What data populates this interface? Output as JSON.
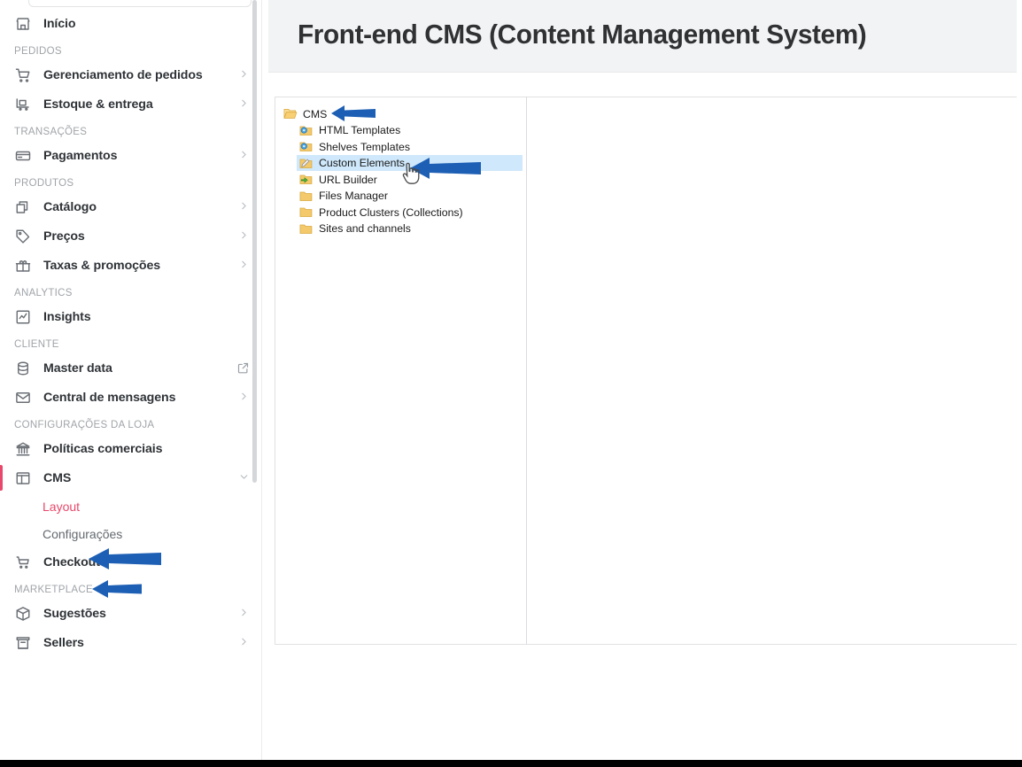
{
  "sidebar": {
    "search_placeholder": "",
    "items": [
      {
        "type": "item",
        "label": "Início",
        "icon": "store-icon",
        "chevron": false,
        "external": false
      },
      {
        "type": "group",
        "label": "PEDIDOS"
      },
      {
        "type": "item",
        "label": "Gerenciamento de pedidos",
        "icon": "cart-icon",
        "chevron": true,
        "external": false
      },
      {
        "type": "item",
        "label": "Estoque & entrega",
        "icon": "truck-icon",
        "chevron": true,
        "external": false
      },
      {
        "type": "group",
        "label": "TRANSAÇÕES"
      },
      {
        "type": "item",
        "label": "Pagamentos",
        "icon": "card-icon",
        "chevron": true,
        "external": false
      },
      {
        "type": "group",
        "label": "PRODUTOS"
      },
      {
        "type": "item",
        "label": "Catálogo",
        "icon": "layers-icon",
        "chevron": true,
        "external": false
      },
      {
        "type": "item",
        "label": "Preços",
        "icon": "tag-icon",
        "chevron": true,
        "external": false
      },
      {
        "type": "item",
        "label": "Taxas & promoções",
        "icon": "gift-icon",
        "chevron": true,
        "external": false
      },
      {
        "type": "group",
        "label": "ANALYTICS"
      },
      {
        "type": "item",
        "label": "Insights",
        "icon": "chart-icon",
        "chevron": false,
        "external": false
      },
      {
        "type": "group",
        "label": "CLIENTE"
      },
      {
        "type": "item",
        "label": "Master data",
        "icon": "database-icon",
        "chevron": false,
        "external": true
      },
      {
        "type": "item",
        "label": "Central de mensagens",
        "icon": "envelope-icon",
        "chevron": true,
        "external": false
      },
      {
        "type": "group",
        "label": "CONFIGURAÇÕES DA LOJA"
      },
      {
        "type": "item",
        "label": "Políticas comerciais",
        "icon": "bank-icon",
        "chevron": false,
        "external": false
      },
      {
        "type": "item",
        "label": "CMS",
        "icon": "cms-layout-icon",
        "chevron": true,
        "external": false,
        "active": true,
        "expanded": true
      },
      {
        "type": "sub",
        "label": "Layout",
        "selected": true
      },
      {
        "type": "sub",
        "label": "Configurações",
        "selected": false
      },
      {
        "type": "item",
        "label": "Checkout",
        "icon": "checkout-icon",
        "chevron": false,
        "external": false
      },
      {
        "type": "group",
        "label": "MARKETPLACE"
      },
      {
        "type": "item",
        "label": "Sugestões",
        "icon": "box-icon",
        "chevron": true,
        "external": false
      },
      {
        "type": "item",
        "label": "Sellers",
        "icon": "shop-icon",
        "chevron": true,
        "external": false
      }
    ]
  },
  "header": {
    "title": "Front-end CMS (Content Management System)"
  },
  "tree": {
    "items": [
      {
        "label": "CMS",
        "icon": "folder-open-icon",
        "level": 0,
        "selected": false
      },
      {
        "label": "HTML Templates",
        "icon": "folder-gear-icon",
        "level": 1,
        "selected": false
      },
      {
        "label": "Shelves Templates",
        "icon": "folder-gear-icon",
        "level": 1,
        "selected": false
      },
      {
        "label": "Custom Elements",
        "icon": "folder-edit-icon",
        "level": 1,
        "selected": true
      },
      {
        "label": "URL Builder",
        "icon": "folder-arrow-icon",
        "level": 1,
        "selected": false
      },
      {
        "label": "Files Manager",
        "icon": "folder-icon",
        "level": 1,
        "selected": false
      },
      {
        "label": "Product Clusters (Collections)",
        "icon": "folder-icon",
        "level": 1,
        "selected": false
      },
      {
        "label": "Sites and channels",
        "icon": "folder-icon",
        "level": 1,
        "selected": false
      }
    ]
  },
  "annotations": {
    "arrows": [
      {
        "name": "arrow-pointing-to-cms-tree-root",
        "target": "CMS"
      },
      {
        "name": "arrow-pointing-to-custom-elements",
        "target": "Custom Elements"
      },
      {
        "name": "arrow-pointing-to-sidebar-cms",
        "target": "CMS"
      },
      {
        "name": "arrow-pointing-to-sidebar-layout",
        "target": "Layout"
      }
    ],
    "arrow_color": "#1d5fb4"
  },
  "colors": {
    "accent_pink": "#e8486b",
    "selection_blue": "#cfe8fb",
    "header_bg": "#f2f3f4",
    "text_dark": "#2f3337"
  },
  "cursor": {
    "type": "pointer-hand-cursor"
  }
}
